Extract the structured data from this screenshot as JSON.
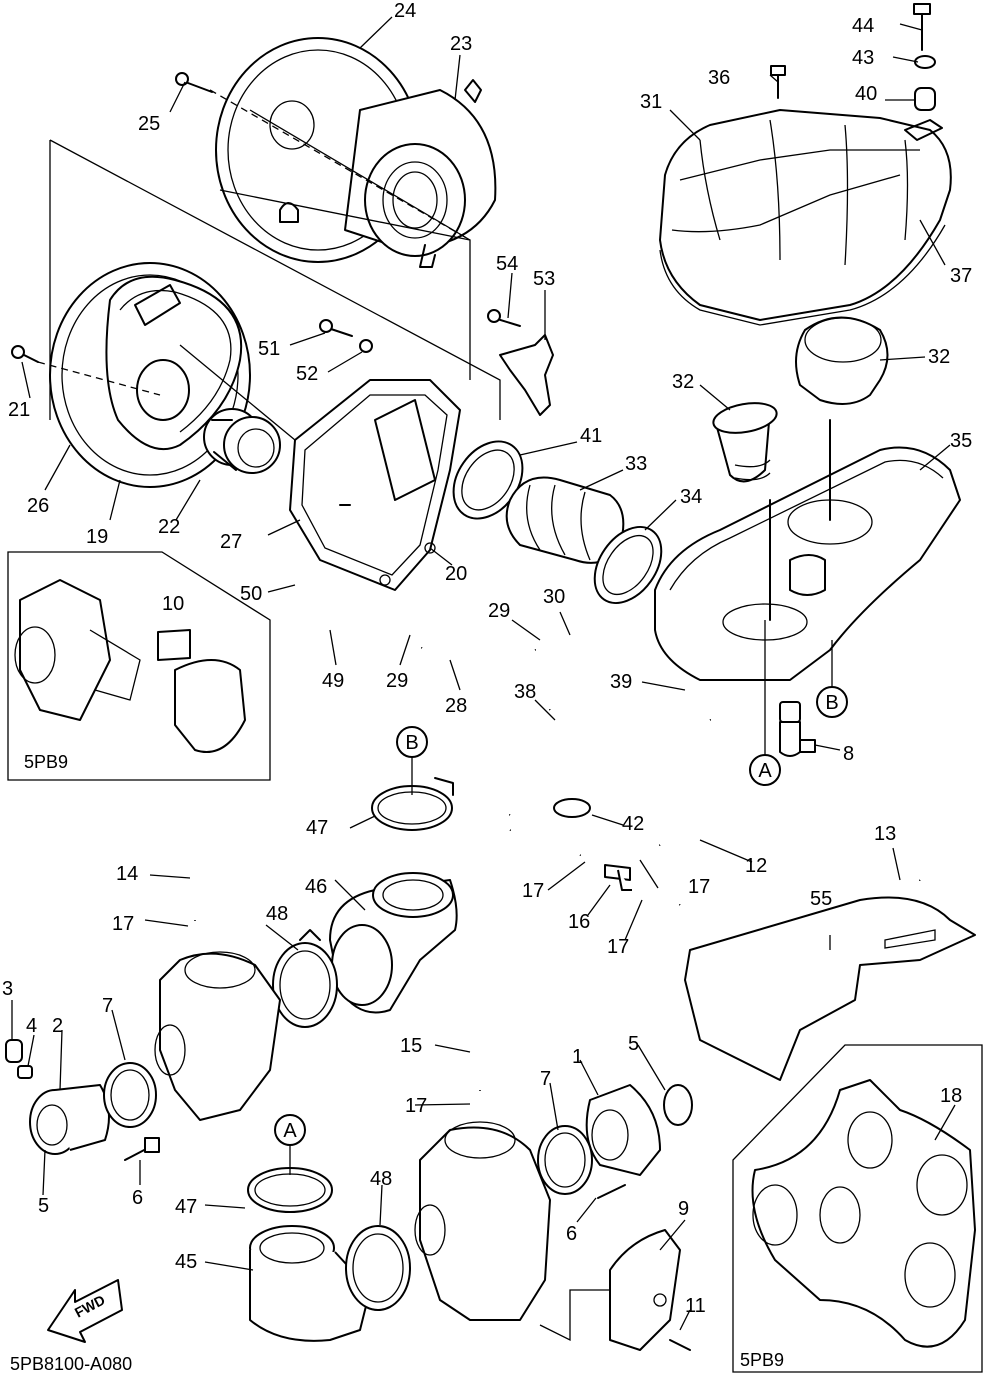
{
  "diagram_code": "5PB8100-A080",
  "inset_labels": {
    "top_left": "5PB9",
    "bottom_right": "5PB9"
  },
  "fwd_label": "FWD",
  "circle_markers": [
    "A",
    "B"
  ],
  "callouts": [
    "1",
    "2",
    "3",
    "4",
    "5",
    "6",
    "7",
    "8",
    "9",
    "10",
    "11",
    "12",
    "13",
    "14",
    "15",
    "16",
    "17",
    "18",
    "19",
    "20",
    "21",
    "22",
    "23",
    "24",
    "25",
    "26",
    "27",
    "28",
    "29",
    "30",
    "31",
    "32",
    "33",
    "34",
    "35",
    "36",
    "37",
    "38",
    "39",
    "40",
    "41",
    "42",
    "43",
    "44",
    "45",
    "46",
    "47",
    "48",
    "49",
    "50",
    "51",
    "52",
    "53",
    "54",
    "55"
  ]
}
